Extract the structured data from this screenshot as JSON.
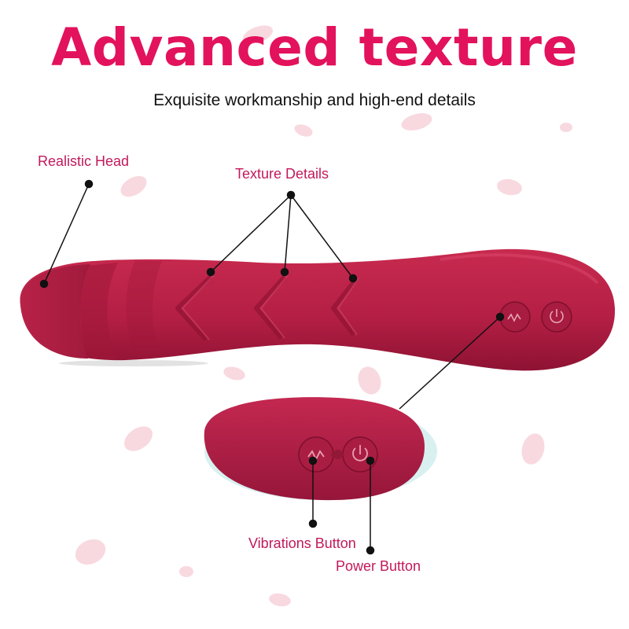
{
  "title": "Advanced texture",
  "subtitle": "Exquisite workmanship and high-end details",
  "callouts": {
    "realistic_head": "Realistic Head",
    "texture_details": "Texture Details",
    "vibrations_button": "Vibrations Button",
    "power_button": "Power Button"
  },
  "colors": {
    "title": "#e3125c",
    "label": "#c2185b",
    "product_body": "#b51f45",
    "product_dark": "#8e1233",
    "petal": "#f7d3da",
    "leader_line": "#111111"
  },
  "icons": {
    "vibration_button": "vibration-wave-icon",
    "power_button": "power-icon",
    "petals": "petal-icon"
  }
}
